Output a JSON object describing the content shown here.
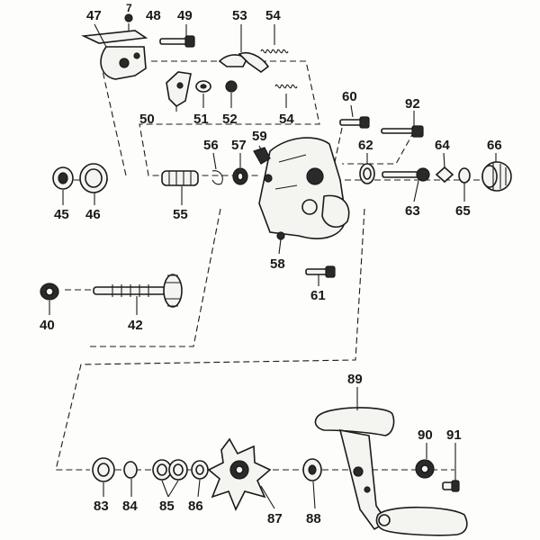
{
  "labels": {
    "p7": "7",
    "p47": "47",
    "p48": "48",
    "p49": "49",
    "p53": "53",
    "p54a": "54",
    "p50": "50",
    "p51": "51",
    "p52": "52",
    "p54b": "54",
    "p60": "60",
    "p92": "92",
    "p56": "56",
    "p57": "57",
    "p59": "59",
    "p62": "62",
    "p64": "64",
    "p66": "66",
    "p45": "45",
    "p46": "46",
    "p55": "55",
    "p63": "63",
    "p65": "65",
    "p58": "58",
    "p61": "61",
    "p40": "40",
    "p42": "42",
    "p89": "89",
    "p90": "90",
    "p91": "91",
    "p83": "83",
    "p84": "84",
    "p85": "85",
    "p86": "86",
    "p87": "87",
    "p88": "88"
  }
}
